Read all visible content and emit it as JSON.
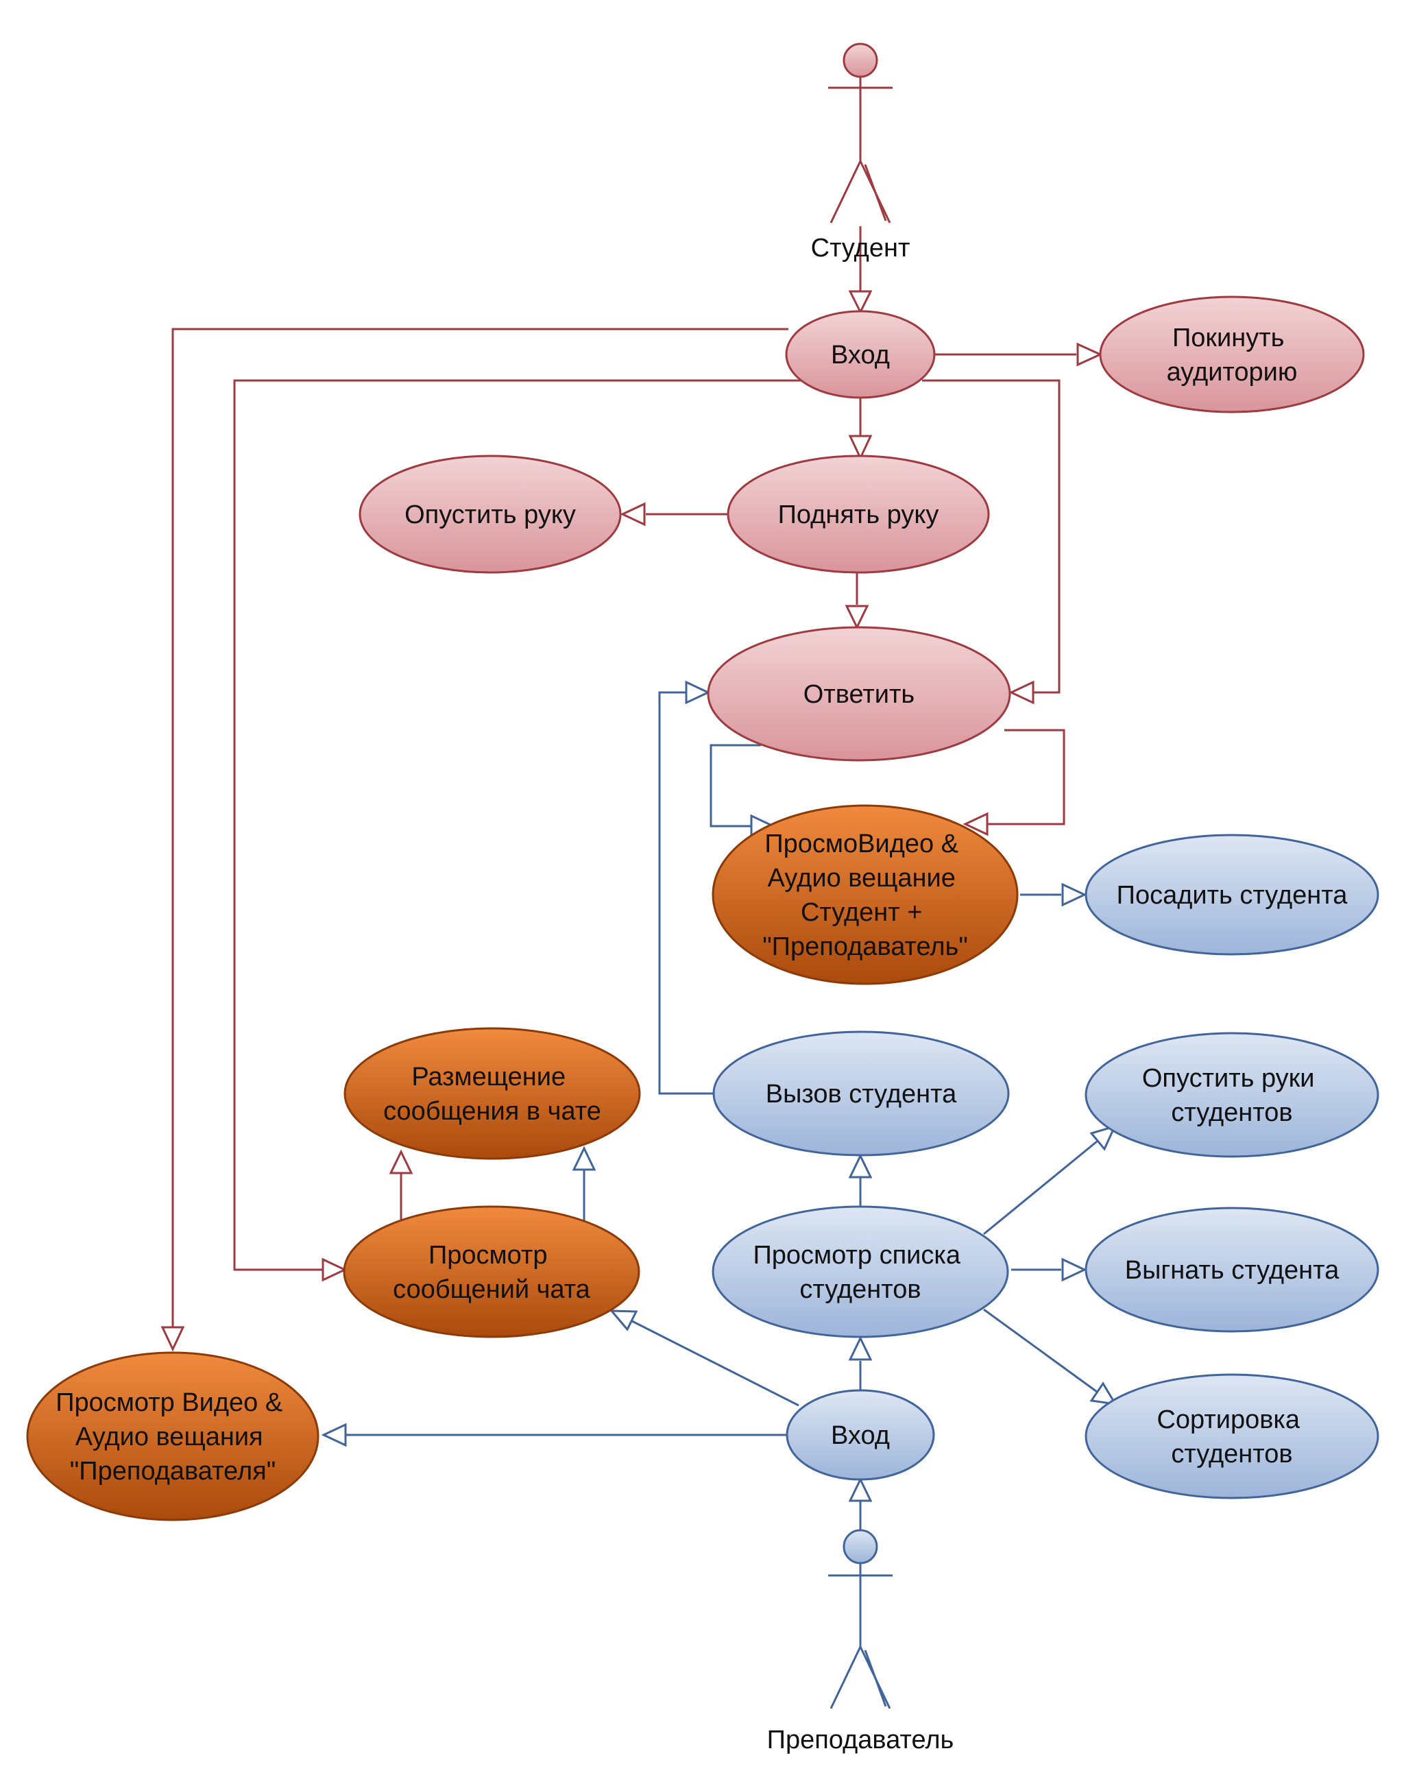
{
  "colors": {
    "red_line": "#9E3A40",
    "red_fill_top": "#F2D3D5",
    "red_fill_bottom": "#D9959B",
    "blue_line": "#41649A",
    "blue_fill_top": "#DDE6F3",
    "blue_fill_bottom": "#9DB5DA",
    "orange_line": "#8C3A08",
    "orange_fill_top": "#F08A3E",
    "orange_fill_bottom": "#AA4A0C"
  },
  "actors": {
    "student": {
      "label": "Студент"
    },
    "teacher": {
      "label": "Преподаватель"
    }
  },
  "use_cases": {
    "student_login": [
      "Вход"
    ],
    "leave_room": [
      "Покинуть",
      "аудиторию"
    ],
    "raise_hand": [
      "Поднять руку"
    ],
    "lower_hand": [
      "Опустить руку"
    ],
    "answer": [
      "Ответить"
    ],
    "view_av_both": [
      "ПросмоВидео &",
      "Аудио вещание",
      "Студент +",
      "\"Преподаватель\""
    ],
    "seat_student": [
      "Посадить студента"
    ],
    "post_chat": [
      "Размещение",
      "сообщения в чате"
    ],
    "call_student": [
      "Вызов студента"
    ],
    "lower_hands_students": [
      "Опустить руки",
      "студентов"
    ],
    "view_chat": [
      "Просмотр",
      "сообщений чата"
    ],
    "view_students_list": [
      "Просмотр списка",
      "студентов"
    ],
    "kick_student": [
      "Выгнать студента"
    ],
    "view_av_teacher": [
      "Просмотр Видео &",
      "Аудио вещания",
      "\"Преподавателя\""
    ],
    "teacher_login": [
      "Вход"
    ],
    "sort_students": [
      "Сортировка",
      "студентов"
    ]
  }
}
